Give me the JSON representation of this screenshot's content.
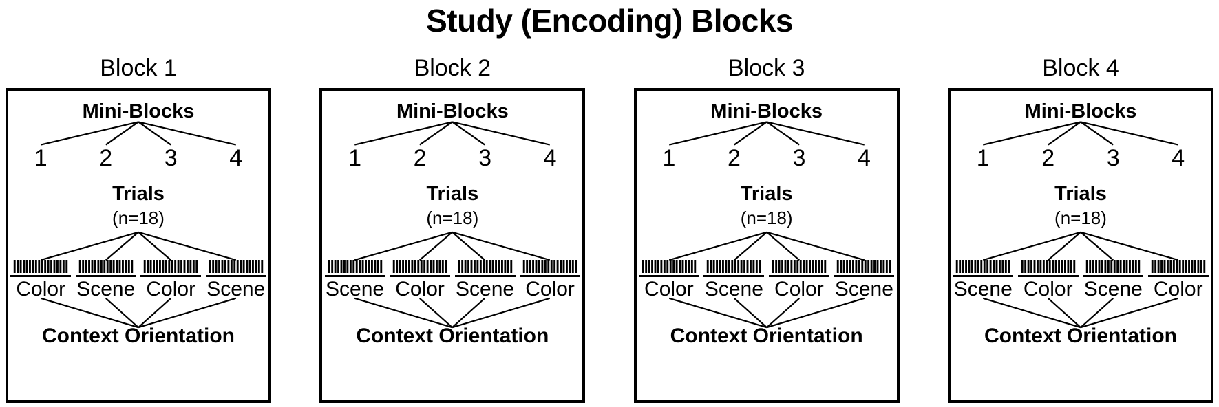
{
  "figure": {
    "title": "Study (Encoding) Blocks"
  },
  "labels": {
    "mini_blocks": "Mini-Blocks",
    "trials": "Trials",
    "trials_count": "(n=18)",
    "context_orientation": "Context Orientation",
    "mini_block_numbers": [
      "1",
      "2",
      "3",
      "4"
    ]
  },
  "colors": {
    "stroke": "#000000",
    "background": "#ffffff"
  },
  "blocks": [
    {
      "caption": "Block 1",
      "mini_blocks": [
        "1",
        "2",
        "3",
        "4"
      ],
      "trials_label": "Trials",
      "trials_count": "(n=18)",
      "n_trials": 18,
      "conditions": [
        "Color",
        "Scene",
        "Color",
        "Scene"
      ],
      "context": "Context Orientation"
    },
    {
      "caption": "Block 2",
      "mini_blocks": [
        "1",
        "2",
        "3",
        "4"
      ],
      "trials_label": "Trials",
      "trials_count": "(n=18)",
      "n_trials": 18,
      "conditions": [
        "Scene",
        "Color",
        "Scene",
        "Color"
      ],
      "context": "Context Orientation"
    },
    {
      "caption": "Block 3",
      "mini_blocks": [
        "1",
        "2",
        "3",
        "4"
      ],
      "trials_label": "Trials",
      "trials_count": "(n=18)",
      "n_trials": 18,
      "conditions": [
        "Color",
        "Scene",
        "Color",
        "Scene"
      ],
      "context": "Context Orientation"
    },
    {
      "caption": "Block 4",
      "mini_blocks": [
        "1",
        "2",
        "3",
        "4"
      ],
      "trials_label": "Trials",
      "trials_count": "(n=18)",
      "n_trials": 18,
      "conditions": [
        "Scene",
        "Color",
        "Scene",
        "Color"
      ],
      "context": "Context Orientation"
    }
  ]
}
